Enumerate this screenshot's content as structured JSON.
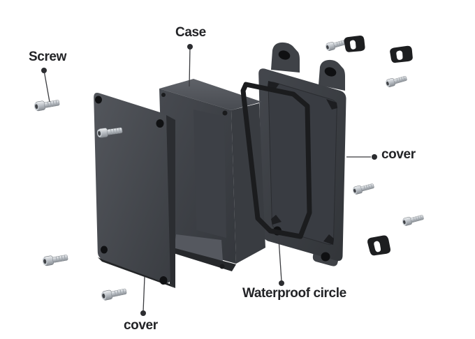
{
  "diagram": {
    "labels": {
      "screw": "Screw",
      "case": "Case",
      "cover_right": "cover",
      "waterproof_circle": "Waterproof circle",
      "cover_bottom": "cover"
    },
    "parts": [
      {
        "name": "screw",
        "visible_count": 8
      },
      {
        "name": "front-cover-plate"
      },
      {
        "name": "case-frame"
      },
      {
        "name": "waterproof-gasket-ring"
      },
      {
        "name": "back-cover-plate"
      },
      {
        "name": "rubber-pad",
        "visible_count": 3
      }
    ],
    "colors": {
      "background": "#ffffff",
      "body_dark": "#3a3d42",
      "body_light": "#55585e",
      "edge_dark": "#26282b",
      "gasket_black": "#1b1c1e",
      "screw_metal": "#c6cacf",
      "hole_black": "#0f1012",
      "label_text": "#222326",
      "leader_line": "#3a3b3f"
    }
  }
}
